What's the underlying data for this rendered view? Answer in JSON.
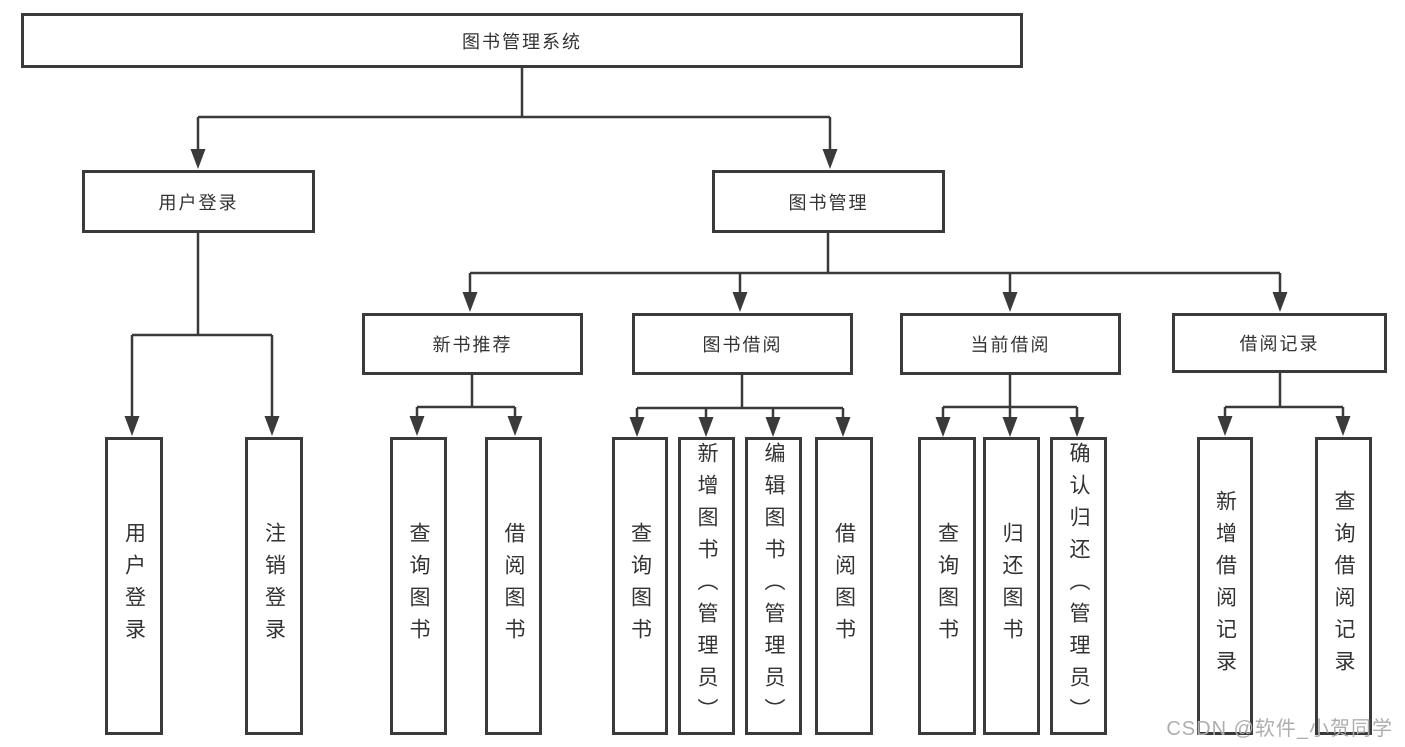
{
  "colors": {
    "line": "#3a3a3a",
    "box_border": "#3a3a3a",
    "text": "#333333",
    "background": "#ffffff",
    "watermark": "#aeaeae"
  },
  "tree": {
    "root": {
      "label": "图书管理系统"
    },
    "branches": [
      {
        "label": "用户登录",
        "leaves": [
          {
            "label": "用户登录"
          },
          {
            "label": "注销登录"
          }
        ]
      },
      {
        "label": "图书管理",
        "groups": [
          {
            "label": "新书推荐",
            "leaves": [
              {
                "label": "查询图书"
              },
              {
                "label": "借阅图书"
              }
            ]
          },
          {
            "label": "图书借阅",
            "leaves": [
              {
                "label": "查询图书"
              },
              {
                "label": "新增图书（管理员）"
              },
              {
                "label": "编辑图书（管理员）"
              },
              {
                "label": "借阅图书"
              }
            ]
          },
          {
            "label": "当前借阅",
            "leaves": [
              {
                "label": "查询图书"
              },
              {
                "label": "归还图书"
              },
              {
                "label": "确认归还（管理员）"
              }
            ]
          },
          {
            "label": "借阅记录",
            "leaves": [
              {
                "label": "新增借阅记录"
              },
              {
                "label": "查询借阅记录"
              }
            ]
          }
        ]
      }
    ]
  },
  "watermark": {
    "text": "CSDN @软件_小贺同学"
  }
}
